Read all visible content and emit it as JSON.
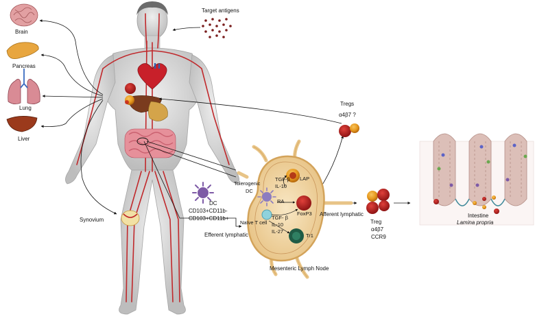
{
  "organs": {
    "brain": "Brain",
    "pancreas": "Pancreas",
    "lung": "Lung",
    "liver": "Liver",
    "synovium": "Synovium"
  },
  "top": {
    "target_antigens": "Target antigens"
  },
  "tregs": {
    "title": "Tregs",
    "integrin_q": "α4β7 ?"
  },
  "dc": {
    "label": "DC",
    "marker1": "CD103+CD11b-",
    "marker2": "CD103+CD11b+",
    "efferent": "Efferent lymphatic"
  },
  "lymph_node": {
    "tolerogenic": "Tolerogenic",
    "dc": "DC",
    "tgf_b_top": "TGF-β",
    "il10_top": "IL-10",
    "lap": "LAP",
    "ra": "RA",
    "foxp3": "FoxP3",
    "naive": "Naïve T cell",
    "tgf_b_bot": "TGF- β",
    "il10_bot": "IL-10",
    "il27": "IL-27",
    "tr1": "Tr1",
    "name": "Mesenteric Lymph Node",
    "afferent": "Afferent lymphatic"
  },
  "treg_out": {
    "label": "Treg",
    "integrin": "α4β7",
    "ccr9": "CCR9"
  },
  "intestine": {
    "label": "Intestine",
    "sub": "Lamina propria"
  },
  "colors": {
    "vessel": "#c0282b",
    "treg_red": "#c41e1e",
    "treg_orange": "#e79a1f",
    "node_fill": "#f1d9a6",
    "node_edge": "#d3a35a",
    "villus": "#dcbfb8",
    "tr1_green": "#1f5b45",
    "dc_purple": "#7d5aa6"
  }
}
